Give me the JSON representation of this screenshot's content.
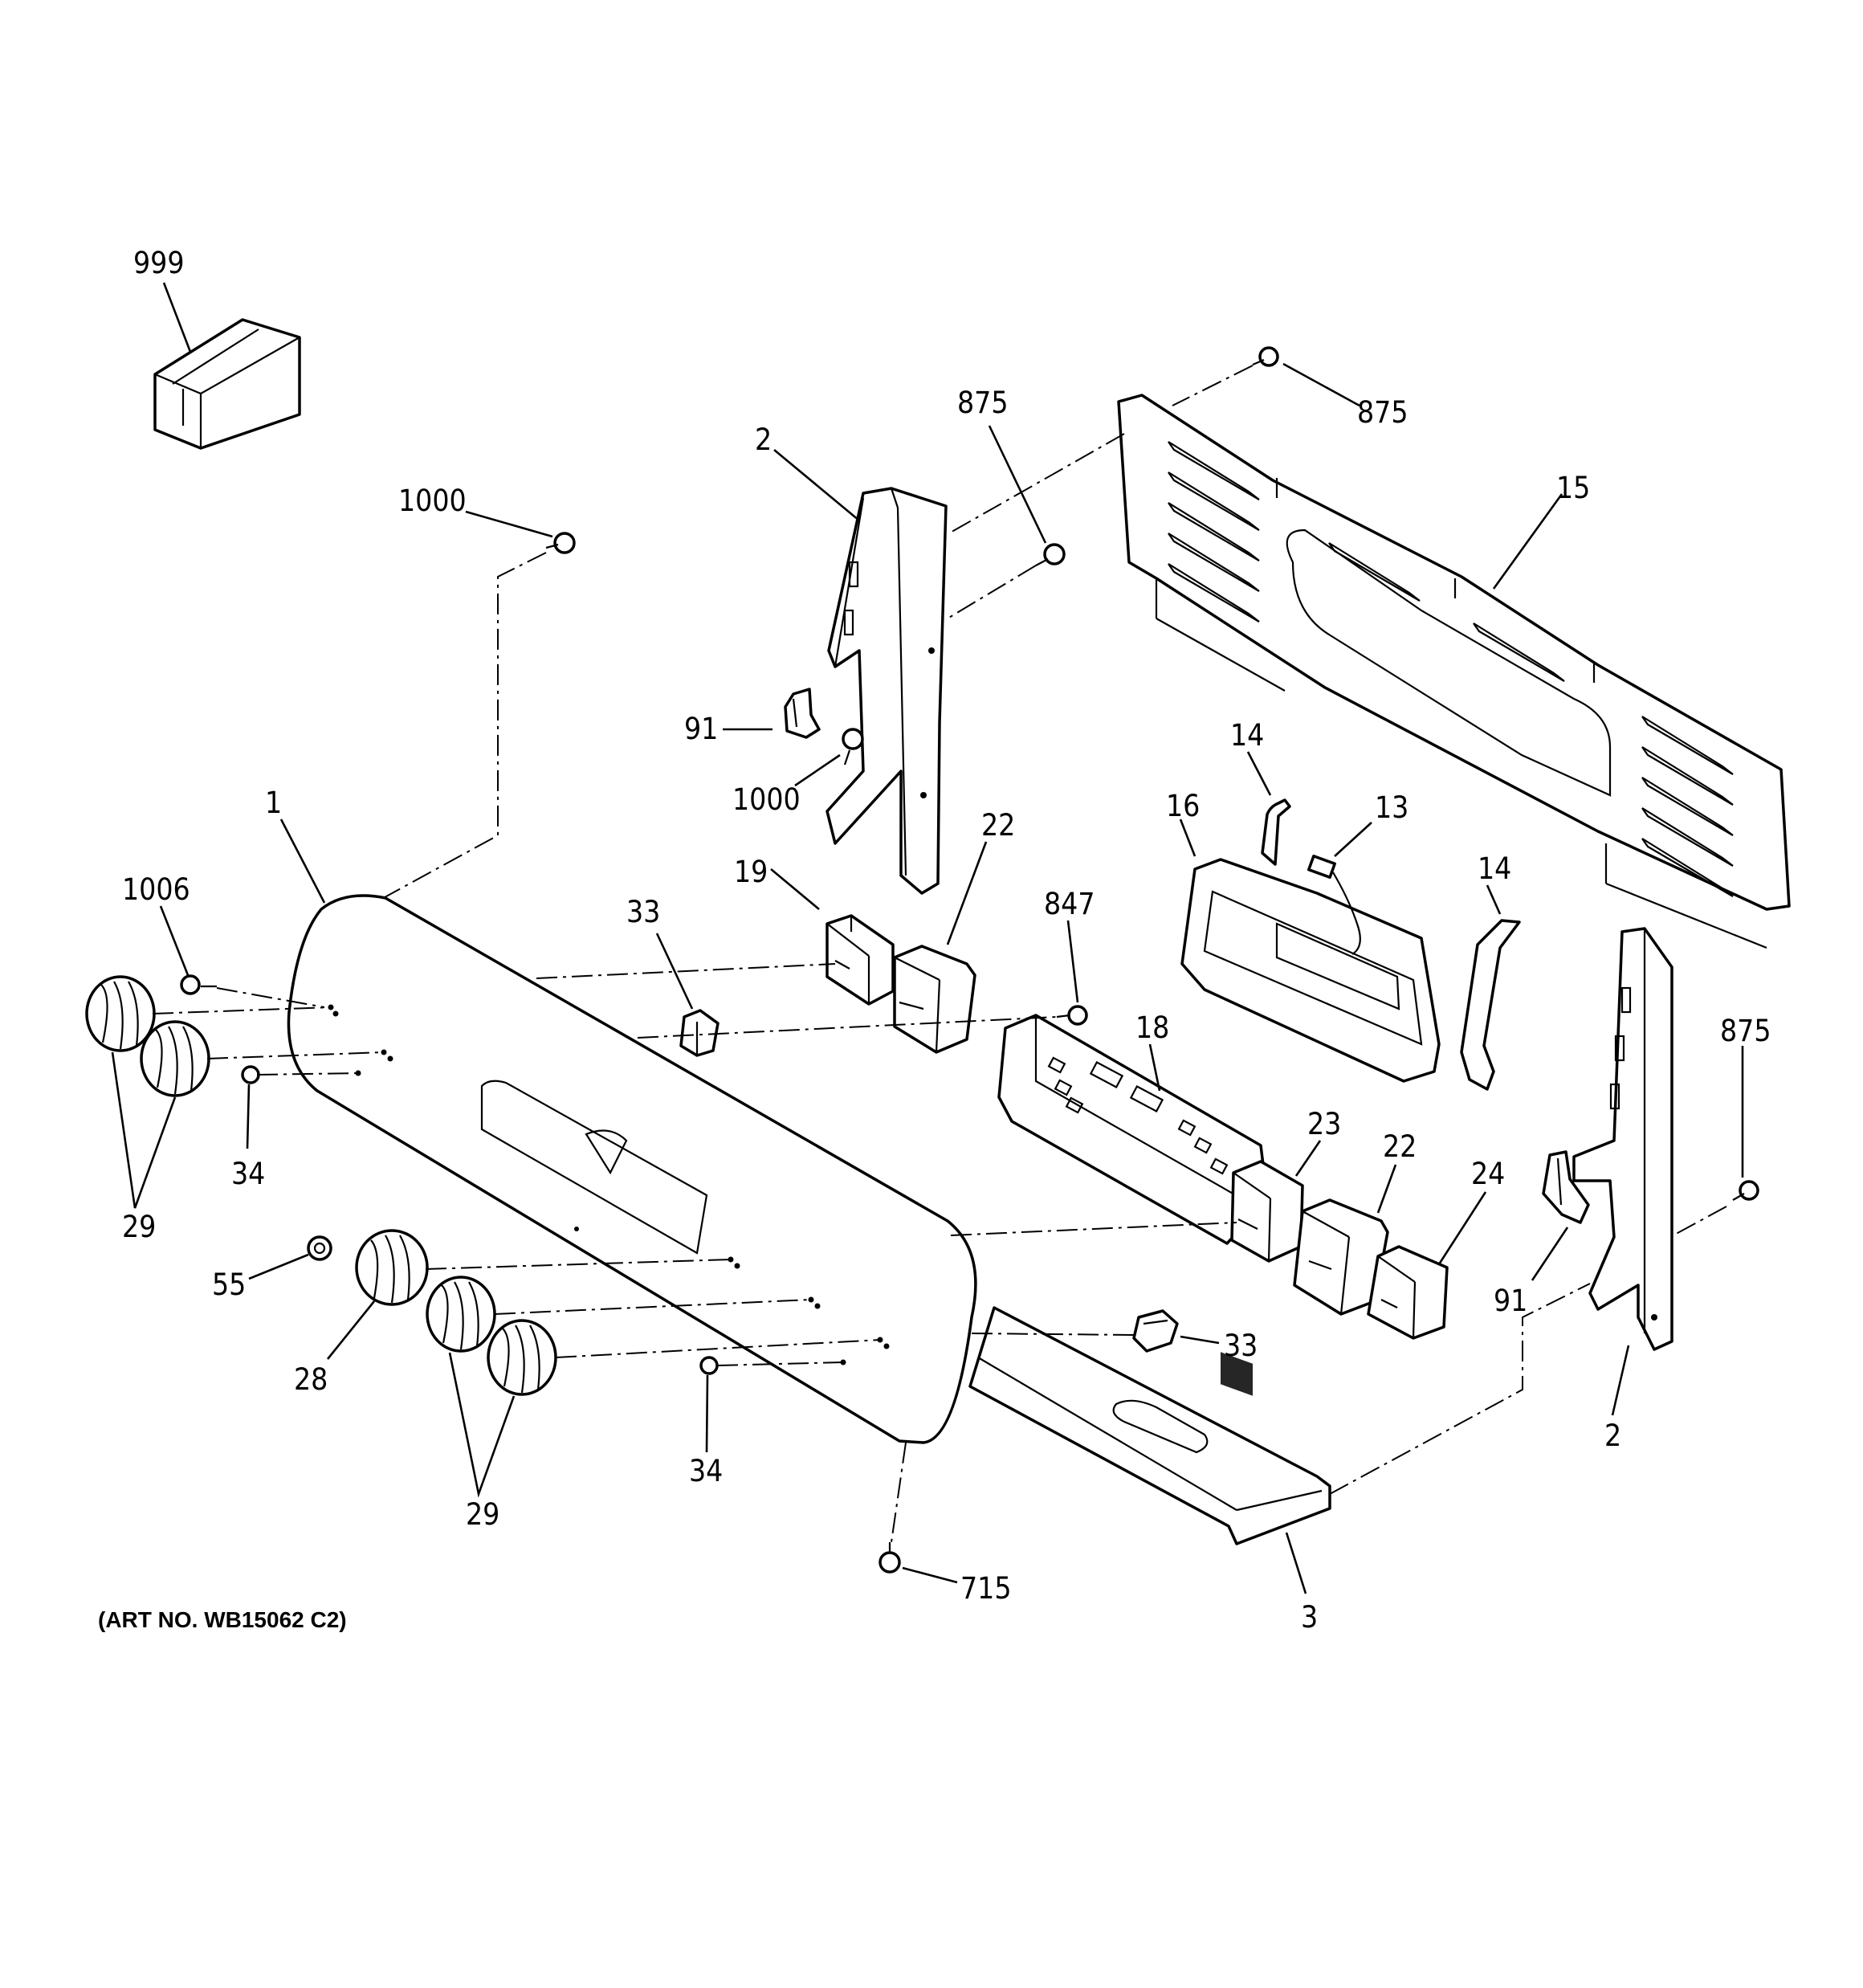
{
  "callouts": {
    "c999": "999",
    "c875a": "875",
    "c875b": "875",
    "c875c": "875",
    "c2a": "2",
    "c2b": "2",
    "c15": "15",
    "c1000a": "1000",
    "c1000b": "1000",
    "c91a": "91",
    "c91b": "91",
    "c1": "1",
    "c1006": "1006",
    "c14a": "14",
    "c14b": "14",
    "c13": "13",
    "c16": "16",
    "c22a": "22",
    "c22b": "22",
    "c19": "19",
    "c33a": "33",
    "c33b": "33",
    "c847": "847",
    "c18": "18",
    "c23": "23",
    "c24": "24",
    "c34a": "34",
    "c34b": "34",
    "c29a": "29",
    "c29b": "29",
    "c55": "55",
    "c28": "28",
    "c715": "715",
    "c3": "3"
  },
  "art_number": "(ART NO. WB15062 C2)"
}
